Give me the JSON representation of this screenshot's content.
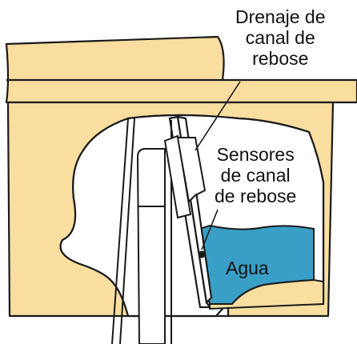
{
  "labels": {
    "overflow_drain": [
      "Drenaje de",
      "canal de",
      "rebose"
    ],
    "overflow_sensors": [
      "Sensores",
      "de canal",
      "de rebose"
    ],
    "water": "Agua"
  },
  "colors": {
    "wall": "#f9dea0",
    "water": "#3a9fc7",
    "stroke": "#1a1a1a",
    "background": "#ffffff"
  }
}
